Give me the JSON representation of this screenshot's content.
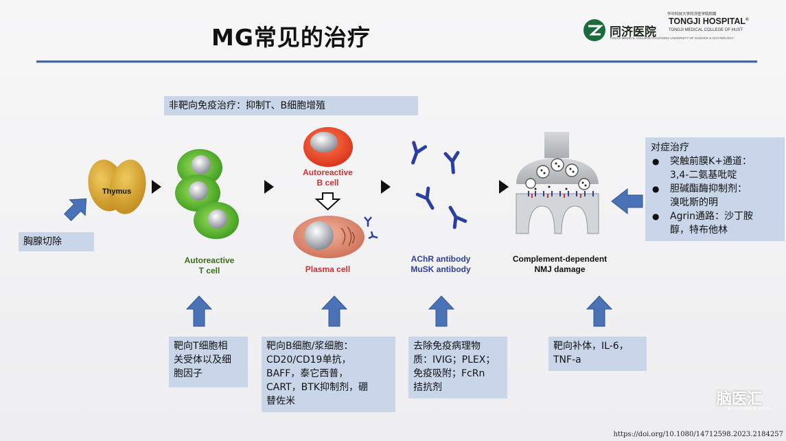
{
  "slide": {
    "title": "MG常见的治疗"
  },
  "logo": {
    "chinese_name": "同济医院",
    "tiny_top": "华中科技大学同济医学院附属",
    "english_name": "TONGJI HOSPITAL",
    "registered": "®",
    "subtitle": "TONGJI MEDICAL COLLEGE OF HUST",
    "tiny_bottom": "TONGJI MEDICAL COLLEGE HUAZHONG UNIVERSITY OF SCIENCE & TECHNOLOGY"
  },
  "boxes": {
    "nonspecific": "非靶向免疫治疗：抑制T、B细胞增殖",
    "thymectomy": "胸腺切除",
    "t_target": [
      "靶向T细胞相",
      "关受体以及细",
      "胞因子"
    ],
    "b_target": [
      "靶向B细胞/浆细胞：",
      "CD20/CD19单抗，",
      "BAFF，泰它西普，",
      "CART，BTK抑制剂，硼",
      "替佐米"
    ],
    "antibody_removal": [
      "去除免疫病理物",
      "质：IVIG；PLEX；",
      "免疫吸附；FcRn",
      "拮抗剂"
    ],
    "complement": [
      "靶向补体，IL-6，",
      "TNF-a"
    ],
    "symptomatic": {
      "heading": "对症治疗",
      "items": [
        {
          "line1": "突触前膜K+通道：",
          "line2": "3,4-二氨基吡啶"
        },
        {
          "line1": "胆碱酯酶抑制剂：",
          "line2": "溴吡斯的明"
        },
        {
          "line1": "Agrin通路：沙丁胺",
          "line2": "醇，特布他林"
        }
      ]
    }
  },
  "labels": {
    "thymus": "Thymus",
    "t_cell": [
      "Autoreactive",
      "T cell"
    ],
    "b_cell": [
      "Autoreactive",
      "B cell"
    ],
    "plasma": "Plasma cell",
    "antibodies": [
      "AChR antibody",
      "MuSK antibody"
    ],
    "nmj": [
      "Complement-dependent",
      "NMJ damage"
    ]
  },
  "footer": {
    "doi": "https://doi.org/10.1080/14712598.2023.2184257",
    "watermark": "脑医汇",
    "watermark_sub": "Brainmed.com"
  },
  "colors": {
    "box_fill": "#c9d6ea",
    "arrow_blue": "#4a72b5",
    "rule": "#4a6a9a",
    "t_cell_green": "#3a6b1a",
    "plasma_red": "#d03030",
    "antibody_blue": "#2a3f9f"
  }
}
